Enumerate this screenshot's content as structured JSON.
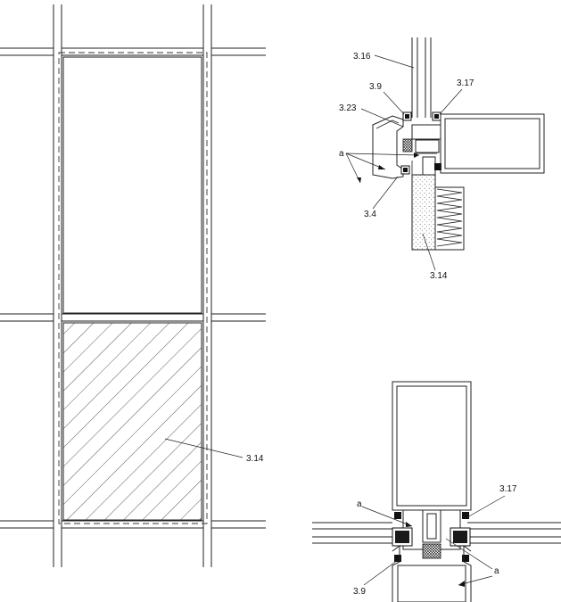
{
  "labels": {
    "elevation_panel": "3.14",
    "section_top_glass": "3.16",
    "section_top_gasket_left": "3.9",
    "section_top_gasket_right": "3.17",
    "section_top_profile": "3.23",
    "section_top_air": "a",
    "section_top_frame": "3.4",
    "section_top_insulation": "3.14",
    "section_bottom_gasket_right": "3.17",
    "section_bottom_air_top": "a",
    "section_bottom_air_bottom": "a",
    "section_bottom_gasket_left": "3.9"
  },
  "colors": {
    "line": "#222222",
    "hatch": "#444444",
    "background": "#ffffff"
  }
}
